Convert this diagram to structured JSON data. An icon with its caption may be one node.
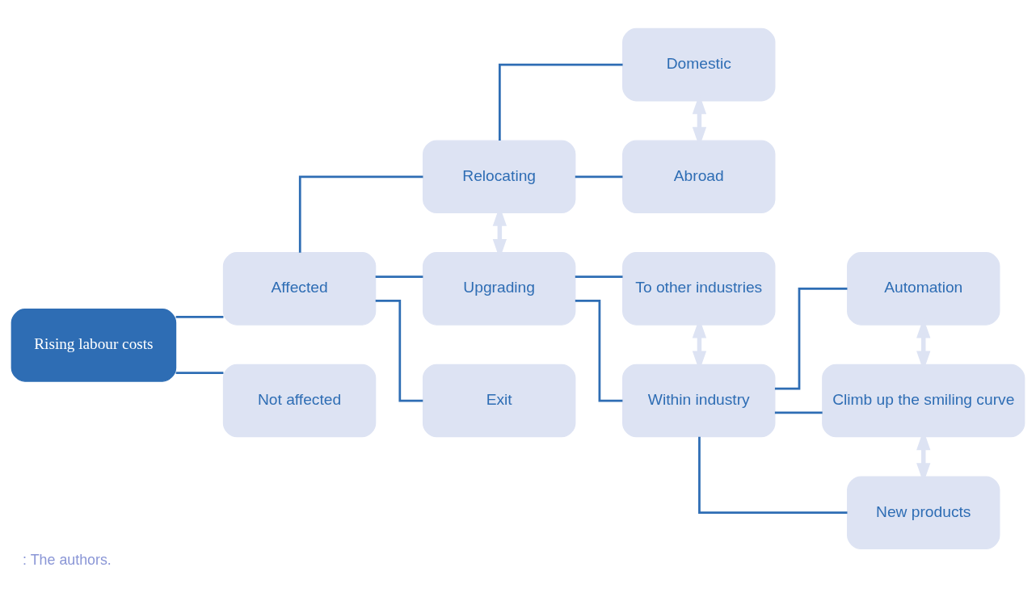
{
  "diagram": {
    "caption": ": The authors.",
    "nodes": [
      {
        "text": [
          "Rising labour costs"
        ]
      },
      {
        "text": [
          "Affected"
        ]
      },
      {
        "text": [
          "Not affected"
        ]
      },
      {
        "text": [
          "Relocating"
        ]
      },
      {
        "text": [
          "Upgrading"
        ]
      },
      {
        "text": [
          "Exit"
        ]
      },
      {
        "text": [
          "Domestic"
        ]
      },
      {
        "text": [
          "Abroad"
        ]
      },
      {
        "text": [
          "To other industries"
        ]
      },
      {
        "text": [
          "Within industry"
        ]
      },
      {
        "text": [
          "Automation"
        ]
      },
      {
        "text": [
          "Climb up the smiling curve"
        ]
      },
      {
        "text": [
          "New products"
        ]
      }
    ],
    "edges": [
      {
        "from": 0,
        "to": 1,
        "arrow": "none"
      },
      {
        "from": 0,
        "to": 2,
        "arrow": "none"
      },
      {
        "from": 1,
        "to": 3,
        "arrow": "none"
      },
      {
        "from": 1,
        "to": 4,
        "arrow": "none"
      },
      {
        "from": 1,
        "to": 5,
        "arrow": "none"
      },
      {
        "from": 3,
        "to": 6,
        "arrow": "none"
      },
      {
        "from": 3,
        "to": 7,
        "arrow": "none"
      },
      {
        "from": 4,
        "to": 8,
        "arrow": "none"
      },
      {
        "from": 4,
        "to": 9,
        "arrow": "none"
      },
      {
        "from": 9,
        "to": 10,
        "arrow": "none"
      },
      {
        "from": 9,
        "to": 11,
        "arrow": "none"
      },
      {
        "from": 9,
        "to": 12,
        "arrow": "none"
      },
      {
        "from": 3,
        "to": 4,
        "arrow": "both",
        "color": "#dde3f3",
        "style": "thick"
      },
      {
        "from": 6,
        "to": 7,
        "arrow": "both",
        "color": "#dde3f3",
        "style": "thick"
      },
      {
        "from": 8,
        "to": 9,
        "arrow": "both",
        "color": "#dde3f3",
        "style": "thick"
      },
      {
        "from": 10,
        "to": 11,
        "arrow": "both",
        "color": "#dde3f3",
        "style": "thick"
      },
      {
        "from": 11,
        "to": 12,
        "arrow": "both",
        "color": "#dde3f3",
        "style": "thick"
      }
    ]
  }
}
